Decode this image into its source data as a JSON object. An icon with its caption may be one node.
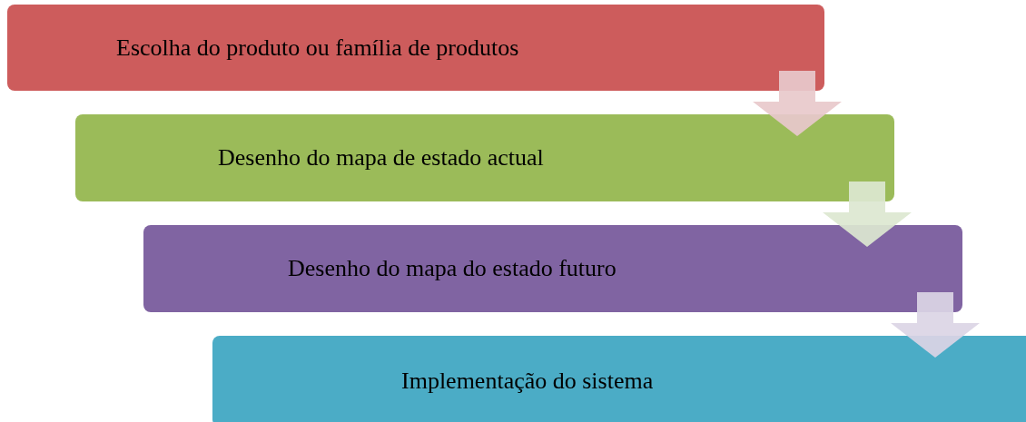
{
  "diagram": {
    "nodes": [
      {
        "text": [
          "Escolha do produto ou família de produtos"
        ]
      },
      {
        "text": [
          "Desenho do mapa de estado actual"
        ]
      },
      {
        "text": [
          "Desenho do mapa do estado futuro"
        ]
      },
      {
        "text": [
          "Implementação do sistema"
        ]
      }
    ],
    "edges": [
      {
        "from": 0,
        "to": 1,
        "arrow": "to"
      },
      {
        "from": 1,
        "to": 2,
        "arrow": "to"
      },
      {
        "from": 2,
        "to": 3,
        "arrow": "to"
      }
    ]
  }
}
